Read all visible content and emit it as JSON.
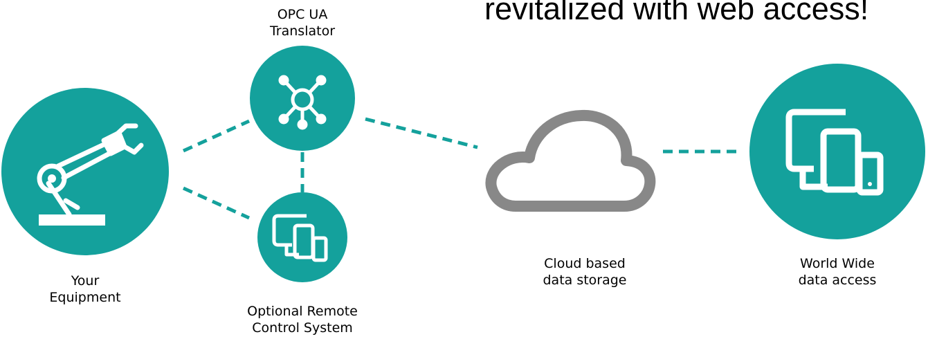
{
  "headline": "revitalized with web access!",
  "colors": {
    "teal": "#14A19C",
    "cloud_gray": "#888888",
    "text": "#000000",
    "icon_fill": "#ffffff"
  },
  "nodes": {
    "equipment": {
      "label": "Your\nEquipment",
      "icon": "robot-arm-icon"
    },
    "translator": {
      "label": "OPC UA\nTranslator",
      "icon": "network-hub-icon"
    },
    "remote": {
      "label": "Optional Remote\nControl System",
      "icon": "devices-icon"
    },
    "cloud": {
      "label": "Cloud based\ndata storage",
      "icon": "cloud-icon"
    },
    "access": {
      "label": "World Wide\ndata access",
      "icon": "devices-icon"
    }
  }
}
